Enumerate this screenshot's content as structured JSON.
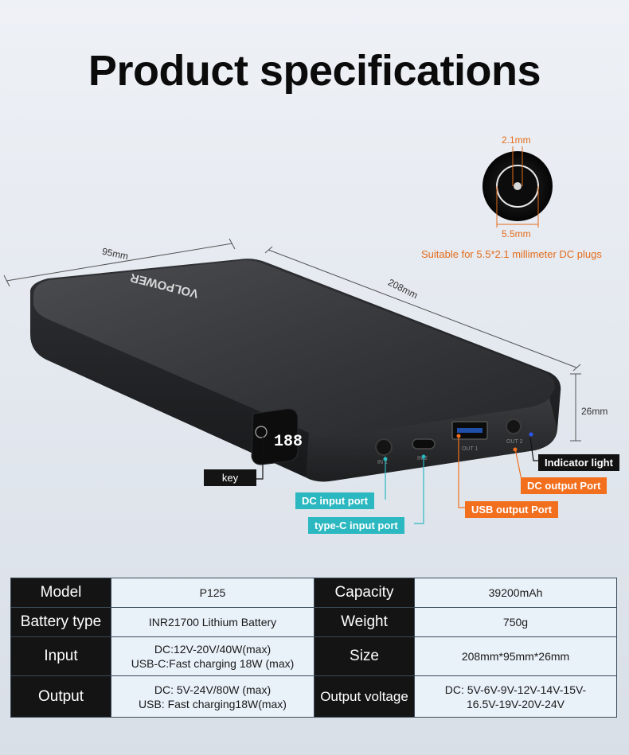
{
  "title": "Product specifications",
  "dc_plug": {
    "inner_dim": "2.1mm",
    "outer_dim": "5.5mm",
    "note": "Suitable for 5.5*2.1 millimeter DC plugs"
  },
  "dimensions": {
    "width": "95mm",
    "length": "208mm",
    "height": "26mm"
  },
  "device": {
    "brand": "VOLPOWER",
    "display": "188",
    "port_labels": [
      "IN 1",
      "IN 2",
      "OUT 1",
      "OUT 2"
    ]
  },
  "callouts": {
    "key": "key",
    "dc_input": "DC input port",
    "typec_input": "type-C input port",
    "usb_output": "USB output Port",
    "dc_output": "DC output Port",
    "indicator": "Indicator light"
  },
  "colors": {
    "accent_orange": "#f26f1e",
    "accent_cyan": "#2cb8c0",
    "table_header": "#141414",
    "table_value": "#e9f1f9"
  },
  "specs": {
    "model_label": "Model",
    "model_value": "P125",
    "capacity_label": "Capacity",
    "capacity_value": "39200mAh",
    "battery_type_label": "Battery type",
    "battery_type_value": "INR21700 Lithium Battery",
    "weight_label": "Weight",
    "weight_value": "750g",
    "input_label": "Input",
    "input_value_1": "DC:12V-20V/40W(max)",
    "input_value_2": "USB-C:Fast charging 18W (max)",
    "size_label": "Size",
    "size_value": "208mm*95mm*26mm",
    "output_label": "Output",
    "output_value_1": "DC:  5V-24V/80W (max)",
    "output_value_2": "USB:  Fast charging18W(max)",
    "output_voltage_label": "Output voltage",
    "output_voltage_value_1": "DC:  5V-6V-9V-12V-14V-15V-",
    "output_voltage_value_2": "16.5V-19V-20V-24V"
  }
}
